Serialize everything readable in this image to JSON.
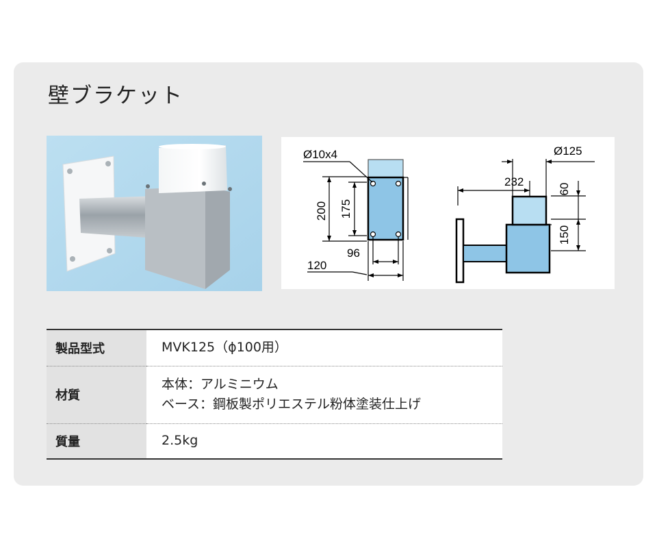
{
  "title": "壁ブラケット",
  "drawing": {
    "front_hole_label": "Ø10x4",
    "front_dim_200": "200",
    "front_dim_175": "175",
    "front_dim_96": "96",
    "front_dim_120": "120",
    "side_dim_diameter": "Ø125",
    "side_dim_232": "232",
    "side_dim_60": "60",
    "side_dim_150": "150"
  },
  "spec": {
    "rows": [
      {
        "label": "製品型式",
        "values": [
          "MVK125（ϕ100用）"
        ]
      },
      {
        "label": "材質",
        "values": [
          "本体：アルミニウム",
          "ベース：鋼板製ポリエステル粉体塗装仕上げ"
        ]
      },
      {
        "label": "質量",
        "values": [
          "2.5kg"
        ]
      }
    ]
  },
  "colors": {
    "card_bg": "#ebebeb",
    "label_bg": "#e2e2e2",
    "drawing_fill": "#8ec5e6",
    "drawing_fill_light": "#b8def2"
  }
}
